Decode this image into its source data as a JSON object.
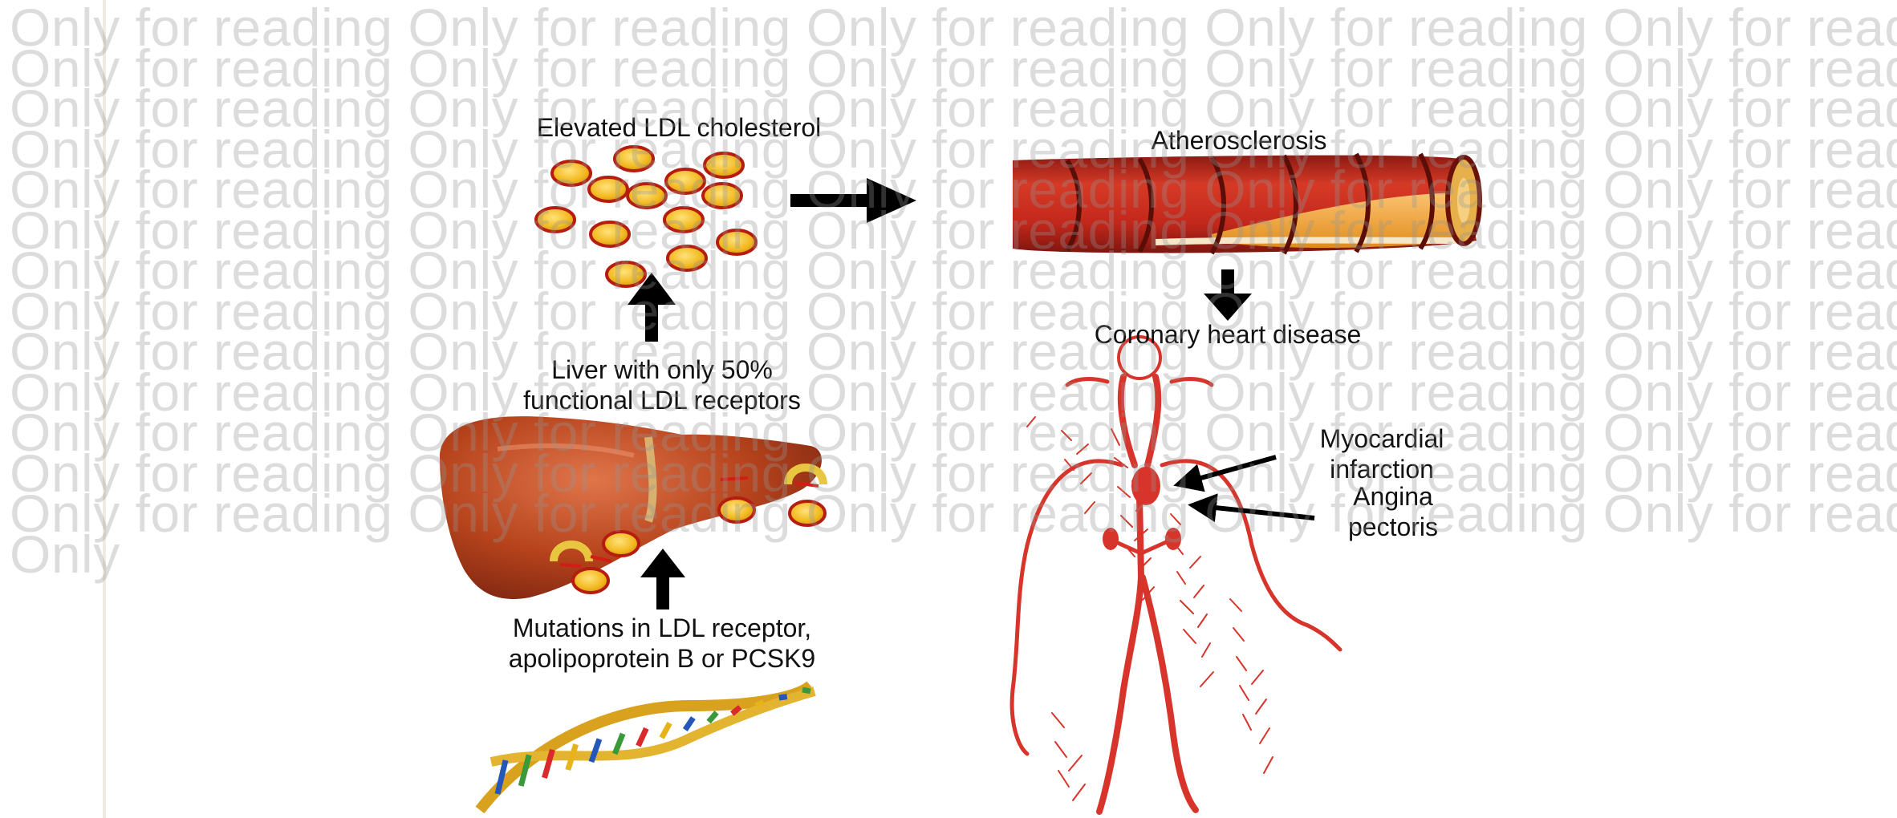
{
  "labels": {
    "elevated_ldl": "Elevated LDL cholesterol",
    "atherosclerosis": "Atherosclerosis",
    "coronary": "Coronary heart disease",
    "liver": "Liver with only 50%\nfunctional LDL receptors",
    "mutations": "Mutations in LDL receptor,\napolipoprotein B or PCSK9",
    "myocardial": "Myocardial\ninfarction",
    "angina": "Angina\npectoris"
  },
  "watermark": {
    "text": "Only for reading",
    "last_line": "Only"
  },
  "colors": {
    "ldl_particle": "#f2b920",
    "artery": "#c9281d",
    "liver": "#b6431c",
    "vessel": "#d7342b",
    "watermark": "#969696"
  },
  "icons": [
    "ldl-particle-icon",
    "artery-icon",
    "liver-icon",
    "dna-icon",
    "body-circulation-icon",
    "arrow-icon"
  ]
}
